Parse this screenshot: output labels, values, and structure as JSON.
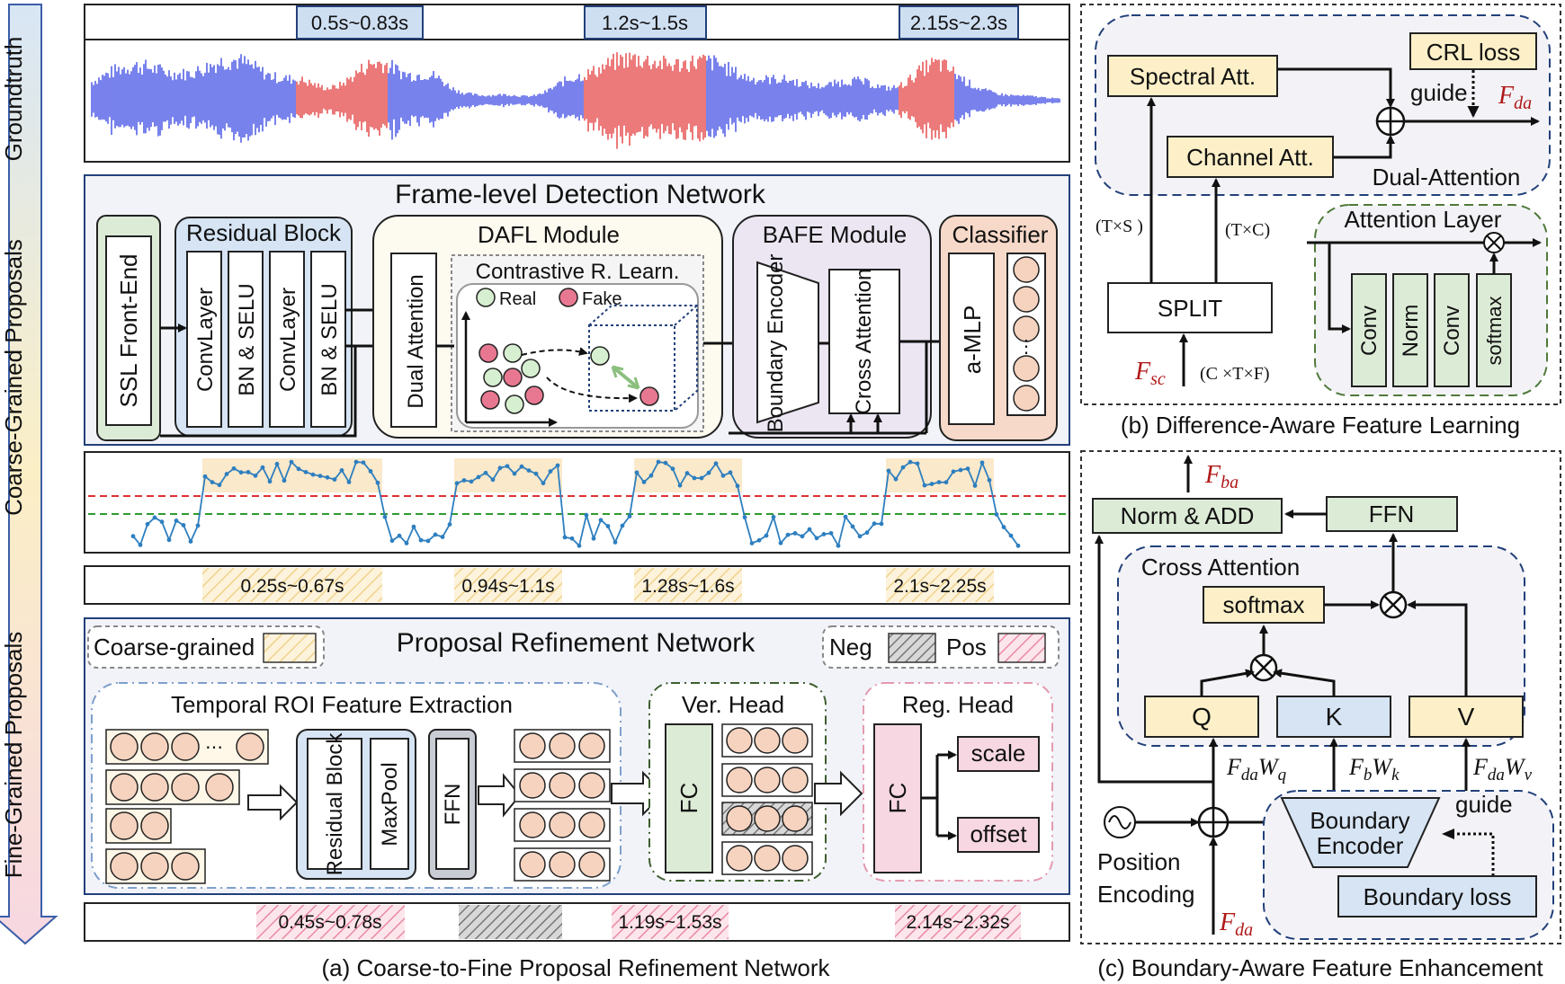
{
  "side_arrow": {
    "groundtruth": "Groundtruth",
    "coarse": "Coarse-Grained Proposals",
    "fine": "Fine-Grained Proposals"
  },
  "groundtruth": {
    "segments": [
      "0.5s~0.83s",
      "1.2s~1.5s",
      "2.15s~2.3s"
    ]
  },
  "fdn": {
    "title": "Frame-level Detection Network",
    "ssl": "SSL Front-End",
    "residual": {
      "title": "Residual Block",
      "layers": [
        "ConvLayer",
        "BN & SELU",
        "ConvLayer",
        "BN & SELU"
      ]
    },
    "dafl": {
      "title": "DAFL Module",
      "dual": "Dual Attention",
      "crl": "Contrastive R. Learn.",
      "real": "Real",
      "fake": "Fake"
    },
    "bafe": {
      "title": "BAFE Module",
      "encoder": "Boundary Encoder",
      "cross": "Cross Attention"
    },
    "classifier": {
      "title": "Classifier",
      "mlp": "a-MLP"
    }
  },
  "coarse": {
    "segments": [
      "0.25s~0.67s",
      "0.94s~1.1s",
      "1.28s~1.6s",
      "2.1s~2.25s"
    ]
  },
  "prn": {
    "title": "Proposal Refinement Network",
    "legend": {
      "coarse": "Coarse-grained",
      "neg": "Neg",
      "pos": "Pos"
    },
    "troi": "Temporal ROI Feature Extraction",
    "residual": "Residual Block",
    "maxpool": "MaxPool",
    "ffn": "FFN",
    "ver_head": "Ver. Head",
    "reg_head": "Reg. Head",
    "fc": "FC",
    "scale": "scale",
    "offset": "offset"
  },
  "fine": {
    "segments": [
      "0.45s~0.78s",
      "1.19s~1.53s",
      "2.14s~2.32s"
    ]
  },
  "captions": {
    "a": "(a)  Coarse-to-Fine Proposal Refinement Network",
    "b": "(b)  Difference-Aware Feature Learning",
    "c": "(c)  Boundary-Aware Feature Enhancement"
  },
  "panel_b": {
    "crl_loss": "CRL loss",
    "spectral": "Spectral Att.",
    "channel": "Channel Att.",
    "guide": "guide",
    "fda": "F",
    "fda_sub": "da",
    "dual_attention": "Dual-Attention",
    "attention_layer": "Attention Layer",
    "t_s": "(T×S )",
    "t_c": "(T×C)",
    "split": "SPLIT",
    "fsc": "F",
    "fsc_sub": "sc",
    "ctf": "(C ×T×F)",
    "att_blocks": [
      "Conv",
      "Norm",
      "Conv",
      "softmax"
    ]
  },
  "panel_c": {
    "fba": "F",
    "fba_sub": "ba",
    "norm_add": "Norm & ADD",
    "ffn": "FFN",
    "cross_attention": "Cross Attention",
    "softmax": "softmax",
    "q": "Q",
    "k": "K",
    "v": "V",
    "fdawq": "FW",
    "fbwk": "FW",
    "fdawv": "FW",
    "pos_enc_1": "Position",
    "pos_enc_2": "Encoding",
    "boundary_encoder_1": "Boundary",
    "boundary_encoder_2": "Encoder",
    "guide": "guide",
    "boundary_loss": "Boundary loss",
    "fda_input": "F",
    "fda_sub": "da"
  },
  "colors": {
    "real": "#d6efd0",
    "fake": "#e87891",
    "accent_blue": "#22407a",
    "fda_red": "#b01818"
  }
}
